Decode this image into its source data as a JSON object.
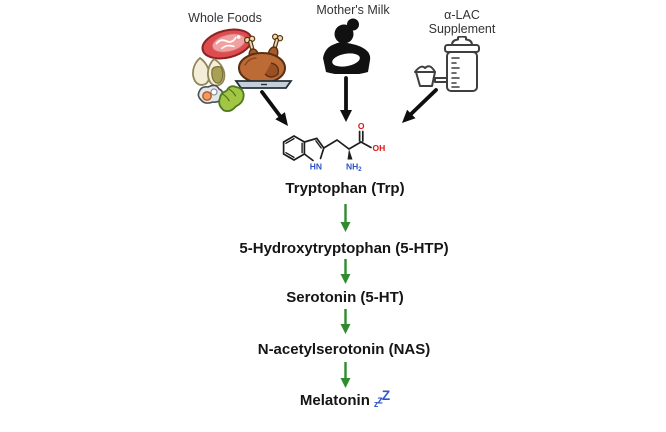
{
  "figure": {
    "sources": [
      {
        "id": "whole-foods",
        "label": "Whole Foods"
      },
      {
        "id": "mothers-milk",
        "label": "Mother's Milk"
      },
      {
        "id": "alac-supplement",
        "label_line1": "α-LAC",
        "label_line2": "Supplement"
      }
    ],
    "molecule_labels": {
      "hn": "HN",
      "nh": "NH",
      "nh_sub": "2",
      "o": "O",
      "oh": "OH"
    },
    "steps": [
      {
        "label": "Tryptophan (Trp)"
      },
      {
        "label": "5-Hydroxytryptophan (5-HTP)"
      },
      {
        "label": "Serotonin (5-HT)"
      },
      {
        "label": "N-acetylserotonin (NAS)"
      },
      {
        "label": "Melatonin"
      }
    ],
    "sleep_zs": {
      "z1": "z",
      "z2": "z",
      "z3": "Z"
    },
    "colors": {
      "pathway_arrow_green": "#2e8b2e",
      "source_arrow_black": "#0f0f0f",
      "chem_nitrogen_blue": "#2b50c8",
      "chem_oxygen_red": "#e01212",
      "sleep_z_blue": "#2f54cc",
      "step_text": "#151515",
      "source_text": "#333333"
    },
    "icons": [
      "steak-icon",
      "seeds-icon",
      "roast-turkey-icon",
      "edamame-icon",
      "breastfeeding-mother-icon",
      "shaker-bottle-icon",
      "powder-scoop-icon"
    ]
  }
}
